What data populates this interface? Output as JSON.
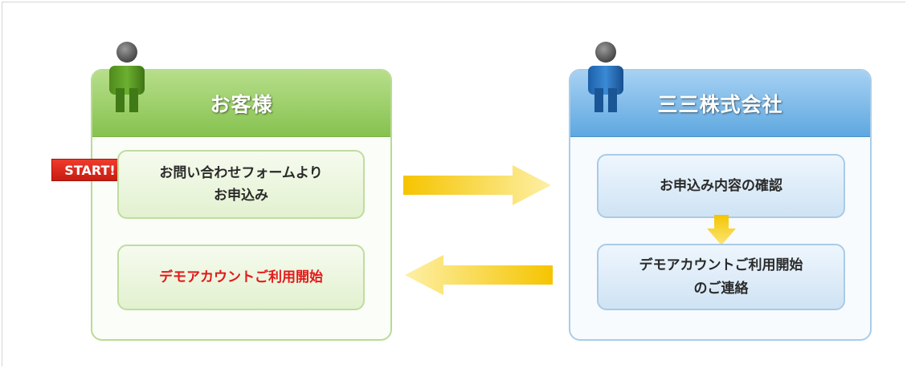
{
  "customer_panel": {
    "title": "お客様",
    "start_badge": "START!",
    "step1_line1": "お問い合わせフォームより",
    "step1_line2": "お申込み",
    "step2": "デモアカウントご利用開始"
  },
  "company_panel": {
    "title": "三三株式会社",
    "step1": "お申込み内容の確認",
    "step2_line1": "デモアカウントご利用開始",
    "step2_line2": "のご連絡"
  },
  "colors": {
    "green_accent": "#86c24f",
    "blue_accent": "#5ea8e0",
    "arrow_yellow": "#f7d21a",
    "start_red": "#d4241a"
  },
  "icons": [
    "person-icon",
    "arrow-right-icon",
    "arrow-left-icon",
    "arrow-down-icon"
  ]
}
